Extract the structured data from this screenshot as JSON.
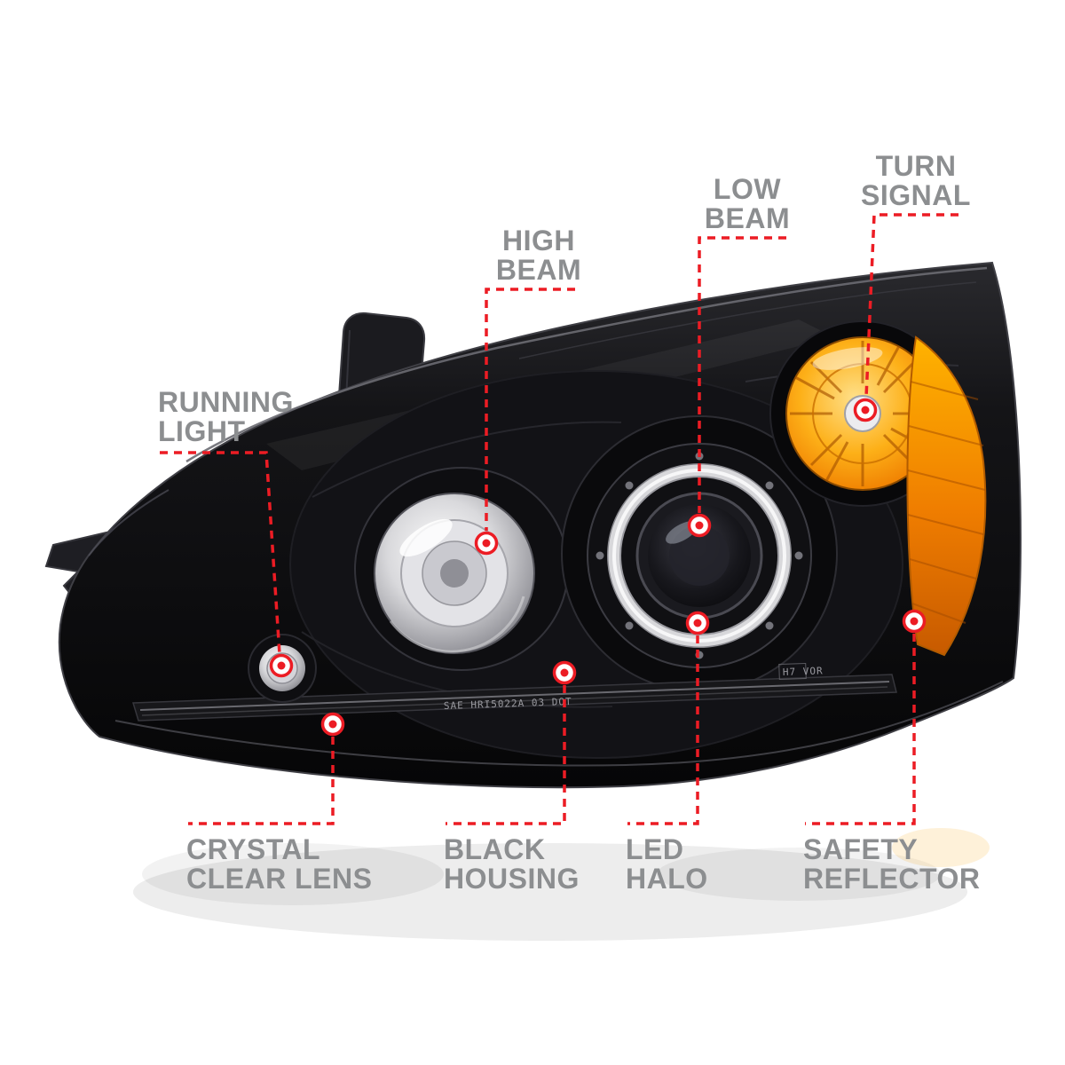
{
  "image_type": "annotated-product-diagram",
  "subject": "projector headlight assembly",
  "colors": {
    "background": "#ffffff",
    "leader_red": "#ec1c24",
    "label_gray": "#8c8e90",
    "housing_black": "#0c0c0e",
    "amber": "#f59e00",
    "halo_silver": "#d8d8db"
  },
  "callouts": {
    "running_light": {
      "line1": "RUNNING",
      "line2": "LIGHT"
    },
    "high_beam": {
      "line1": "HIGH",
      "line2": "BEAM"
    },
    "low_beam": {
      "line1": "LOW",
      "line2": "BEAM"
    },
    "turn_signal": {
      "line1": "TURN",
      "line2": "SIGNAL"
    },
    "crystal_clear_lens": {
      "line1": "CRYSTAL",
      "line2": "CLEAR LENS"
    },
    "black_housing": {
      "line1": "BLACK",
      "line2": "HOUSING"
    },
    "led_halo": {
      "line1": "LED",
      "line2": "HALO"
    },
    "safety_reflector": {
      "line1": "SAFETY",
      "line2": "REFLECTOR"
    }
  },
  "lens_markings": {
    "dot_code": "SAE HRI5022A 03 DOT",
    "bulb_code": "H7  VOR"
  }
}
